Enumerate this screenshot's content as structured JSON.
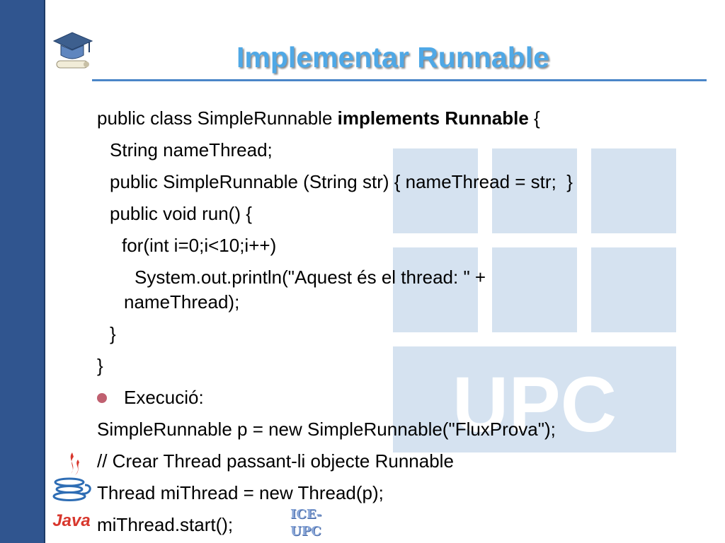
{
  "slide": {
    "title": "Implementar Runnable",
    "code_lines": [
      {
        "parts": [
          {
            "text": "public class SimpleRunnable ",
            "bold": false
          },
          {
            "text": "implements Runnable",
            "bold": true
          },
          {
            "text": " {",
            "bold": false
          }
        ]
      },
      {
        "parts": [
          {
            "text": "String nameThread;",
            "bold": false
          }
        ]
      },
      {
        "parts": [
          {
            "text": "public SimpleRunnable (String str) { nameThread = str;  }",
            "bold": false
          }
        ]
      },
      {
        "parts": [
          {
            "text": "public void run() {",
            "bold": false
          }
        ]
      },
      {
        "parts": [
          {
            "text": "for(int i=0;i<10;i++)",
            "bold": false
          }
        ]
      },
      {
        "parts": [
          {
            "text": "System.out.println(\"Aquest és el thread: \" +",
            "bold": false
          }
        ]
      },
      {
        "parts": [
          {
            "text": "nameThread);",
            "bold": false
          }
        ]
      },
      {
        "parts": [
          {
            "text": "}",
            "bold": false
          }
        ]
      },
      {
        "parts": [
          {
            "text": "}",
            "bold": false
          }
        ]
      },
      {
        "parts": [
          {
            "text": "Execució:",
            "bold": false
          }
        ]
      },
      {
        "parts": [
          {
            "text": "SimpleRunnable p = new SimpleRunnable(\"FluxProva\");",
            "bold": false
          }
        ]
      },
      {
        "parts": [
          {
            "text": "// Crear Thread passant-li objecte Runnable",
            "bold": false
          }
        ]
      },
      {
        "parts": [
          {
            "text": "Thread miThread = new Thread(p);",
            "bold": false
          }
        ]
      },
      {
        "parts": [
          {
            "text": "miThread.start();",
            "bold": false
          }
        ]
      }
    ]
  },
  "logos": {
    "java_text": "Java",
    "ice_line1": "ICE-",
    "ice_line2": "UPC",
    "watermark_text": "UPC"
  },
  "colors": {
    "sidebar": "#30558f",
    "title": "#4fa8e6",
    "rule": "#4a86c8",
    "bullet": "#c06070"
  }
}
